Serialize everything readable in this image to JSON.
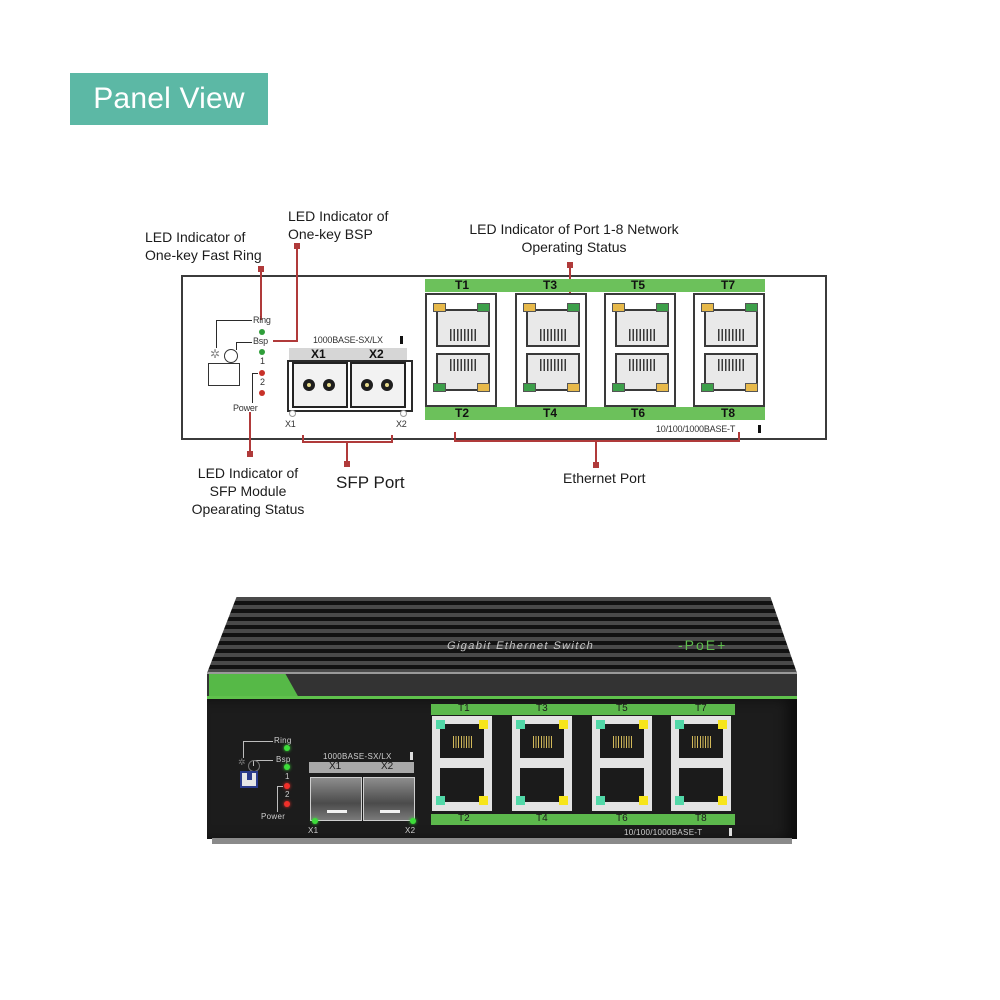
{
  "title": "Panel View",
  "callouts": {
    "fast_ring": [
      "LED Indicator of",
      "One-key Fast Ring"
    ],
    "bsp": [
      "LED Indicator of",
      "One-key BSP"
    ],
    "port_status": [
      "LED Indicator of Port 1-8 Network",
      "Operating Status"
    ],
    "sfp_module": [
      "LED Indicator of",
      "SFP Module",
      "Opearating Status"
    ],
    "sfp_port": "SFP Port",
    "ethernet_port": "Ethernet Port"
  },
  "diagram": {
    "led_labels": {
      "ring": "Ring",
      "bsp": "Bsp",
      "power_1": "1",
      "power_2": "2",
      "power": "Power"
    },
    "sfp": {
      "spec": "1000BASE-SX/LX",
      "ports": [
        "X1",
        "X2"
      ],
      "led_labels": [
        "X1",
        "X2"
      ]
    },
    "ethernet": {
      "spec": "10/100/1000BASE-T",
      "top_ports": [
        "T1",
        "T3",
        "T5",
        "T7"
      ],
      "bottom_ports": [
        "T2",
        "T4",
        "T6",
        "T8"
      ]
    },
    "led_colors": {
      "green": "#2f9e3a",
      "red": "#c8322a",
      "amber": "#e7b94a",
      "port_bar": "#6cc15b"
    }
  },
  "device": {
    "brand_text": "Gigabit Ethernet Switch",
    "brand_suffix": "-PoE+",
    "led_labels": {
      "ring": "Ring",
      "bsp": "Bsp",
      "power_1": "1",
      "power_2": "2",
      "power": "Power"
    },
    "sfp": {
      "spec": "1000BASE-SX/LX",
      "ports": [
        "X1",
        "X2"
      ],
      "led_labels": [
        "X1",
        "X2"
      ]
    },
    "ethernet": {
      "spec": "10/100/1000BASE-T",
      "top_ports": [
        "T1",
        "T3",
        "T5",
        "T7"
      ],
      "bottom_ports": [
        "T2",
        "T4",
        "T6",
        "T8"
      ]
    },
    "colors": {
      "accent_green": "#5cb84c",
      "led_teal": "#52d8a8",
      "led_yellow": "#f7e51b"
    }
  },
  "colors": {
    "title_bg": "#5cb8a5",
    "leader": "#b03a3a"
  }
}
